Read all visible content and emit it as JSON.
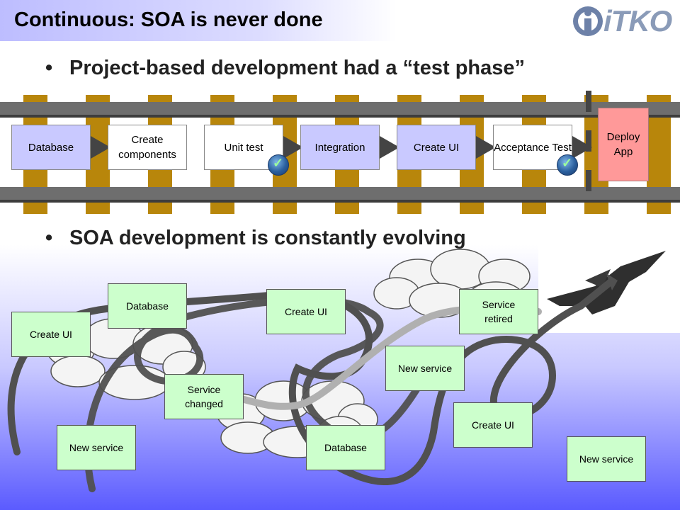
{
  "header": {
    "title": "Continuous: SOA is never done",
    "logo_text": "iTKO"
  },
  "bullets": [
    "Project-based development had a “test phase”",
    "SOA development is constantly evolving"
  ],
  "bullet_char": "•",
  "pipeline": {
    "stages": [
      "Database",
      "Create components",
      "Unit test",
      "Integration",
      "Create UI",
      "Acceptance Test",
      "Deploy App"
    ],
    "check_glyph": "✓"
  },
  "soa_boxes": [
    "Database",
    "Create UI",
    "Create UI",
    "Service retired",
    "New service",
    "Service changed",
    "New service",
    "Database",
    "Create UI",
    "New service"
  ],
  "colors": {
    "stage_fill": "#c9c9ff",
    "deploy_fill": "#ff9999",
    "box_fill": "#ccffcc",
    "rail": "#6e6e6e",
    "tie": "#b8860b",
    "track_line": "#555555"
  }
}
